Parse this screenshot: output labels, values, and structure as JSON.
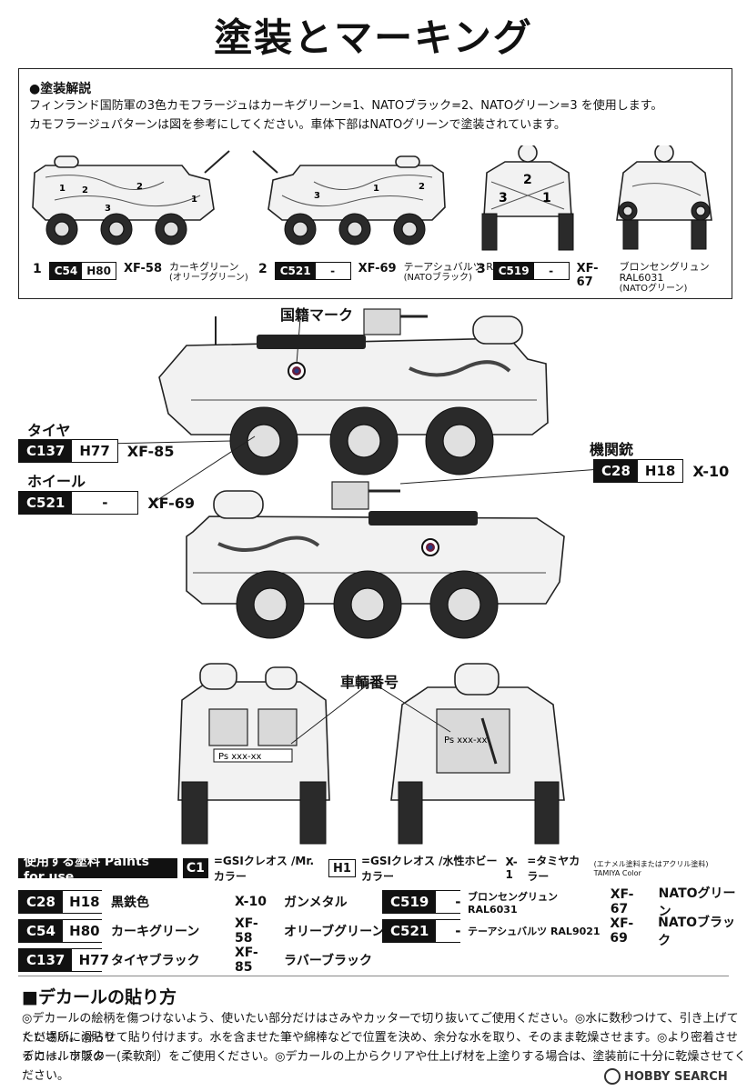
{
  "title": "塗装とマーキング",
  "guide": {
    "heading": "●塗装解説",
    "line1": "フィンランド国防軍の3色カモフラージュはカーキグリーン=1、NATOブラック=2、NATOグリーン=3 を使用します。",
    "line2": "カモフラージュパターンは図を参考にしてください。車体下部はNATOグリーンで塗装されています。",
    "colors": [
      {
        "num": "1",
        "c": "C54",
        "h": "H80",
        "xf": "XF-58",
        "name": "カーキグリーン",
        "sub": "(オリーブグリーン)"
      },
      {
        "num": "2",
        "c": "C521",
        "h": "-",
        "xf": "XF-69",
        "name": "テーアシュバルツ RAL9021",
        "sub": "(NATOブラック)"
      },
      {
        "num": "3",
        "c": "C519",
        "h": "-",
        "xf": "XF-67",
        "name": "ブロンセングリュン RAL6031",
        "sub": "(NATOグリーン)"
      }
    ],
    "camo_labels": [
      "1",
      "2",
      "3",
      "2",
      "1",
      "3",
      "1",
      "2",
      "3",
      "2",
      "1"
    ]
  },
  "callouts": {
    "national_mark": "国籍マーク",
    "tire": {
      "label": "タイヤ",
      "c": "C137",
      "h": "H77",
      "xf": "XF-85"
    },
    "wheel": {
      "label": "ホイール",
      "c": "C521",
      "h": "-",
      "xf": "XF-69"
    },
    "mg": {
      "label": "機関銃",
      "c": "C28",
      "h": "H18",
      "xf": "X-10"
    },
    "vehicle_number": "車輌番号",
    "plate_front": "Ps xxx-xx",
    "plate_rear": "Ps xxx-xx"
  },
  "legend": {
    "head": "使用する塗料 Paints for use",
    "c_key": "C1",
    "c_desc": "=GSIクレオス /Mr.カラー",
    "h_key": "H1",
    "h_desc": "=GSIクレオス /水性ホビーカラー",
    "x_key": "X-1",
    "x_desc": "=タミヤカラー",
    "x_note": "(エナメル塗料またはアクリル塗料) TAMIYA Color",
    "rows_left": [
      {
        "c": "C28",
        "h": "H18",
        "name": "黒鉄色"
      },
      {
        "c": "C54",
        "h": "H80",
        "name": "カーキグリーン"
      },
      {
        "c": "C137",
        "h": "H77",
        "name": "タイヤブラック"
      }
    ],
    "rows_mid": [
      {
        "x": "X-10",
        "name": "ガンメタル"
      },
      {
        "x": "XF-58",
        "name": "オリーブグリーン"
      },
      {
        "x": "XF-85",
        "name": "ラバーブラック"
      }
    ],
    "rows_right": [
      {
        "c": "C519",
        "h": "-",
        "name": "ブロンセングリュンRAL6031",
        "x": "XF-67",
        "xname": "NATOグリーン"
      },
      {
        "c": "C521",
        "h": "-",
        "name": "テーアシュバルツ RAL9021",
        "x": "XF-69",
        "xname": "NATOブラック"
      }
    ]
  },
  "decal": {
    "heading": "■デカールの貼り方",
    "line1": "◎デカールの絵柄を傷つけないよう、使いたい部分だけはさみやカッターで切り抜いてご使用ください。◎水に数秒つけて、引き上げてください。◎貼り",
    "line2": "たい場所に滑らせて貼り付けます。水を含ませた筆や綿棒などで位置を決め、余分な水を取り、そのまま乾燥させます。◎より密着させるには、市販の",
    "line3": "デカールソフター(柔軟剤）をご使用ください。◎デカールの上からクリアや仕上げ材を上塗りする場合は、塗装前に十分に乾燥させてください。"
  },
  "watermark": "HOBBY SEARCH"
}
